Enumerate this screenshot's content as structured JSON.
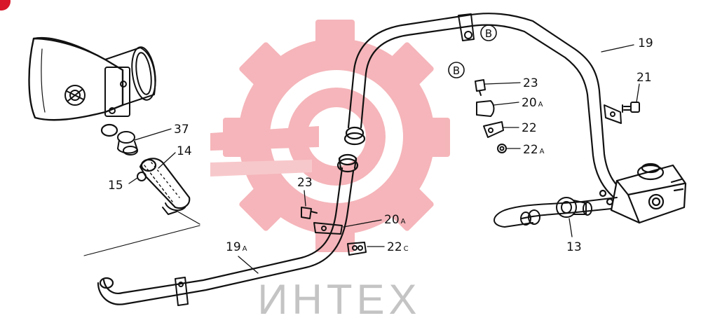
{
  "colors": {
    "ink": "#111111",
    "watermark_red": "#f2a3a8",
    "watermark_gray": "#c4c4c4",
    "corner_badge": "#d8182a"
  },
  "watermark": {
    "text": "ИНТЕХ",
    "icon": "gear-wrench-logo-icon"
  },
  "callouts": [
    {
      "id": "c19",
      "num": "19",
      "sub": ""
    },
    {
      "id": "c21",
      "num": "21",
      "sub": ""
    },
    {
      "id": "c23a",
      "num": "23",
      "sub": ""
    },
    {
      "id": "c20a",
      "num": "20",
      "sub": "A"
    },
    {
      "id": "c22",
      "num": "22",
      "sub": ""
    },
    {
      "id": "c22a",
      "num": "22",
      "sub": "A"
    },
    {
      "id": "c37",
      "num": "37",
      "sub": ""
    },
    {
      "id": "c14",
      "num": "14",
      "sub": ""
    },
    {
      "id": "c15",
      "num": "15",
      "sub": ""
    },
    {
      "id": "c23b",
      "num": "23",
      "sub": ""
    },
    {
      "id": "c20b",
      "num": "20",
      "sub": "A"
    },
    {
      "id": "c19a",
      "num": "19",
      "sub": "A"
    },
    {
      "id": "c22c",
      "num": "22",
      "sub": "C"
    },
    {
      "id": "c13",
      "num": "13",
      "sub": ""
    }
  ],
  "reference_markers": [
    {
      "id": "ref-b1",
      "letter": "B"
    },
    {
      "id": "ref-b2",
      "letter": "B"
    }
  ]
}
